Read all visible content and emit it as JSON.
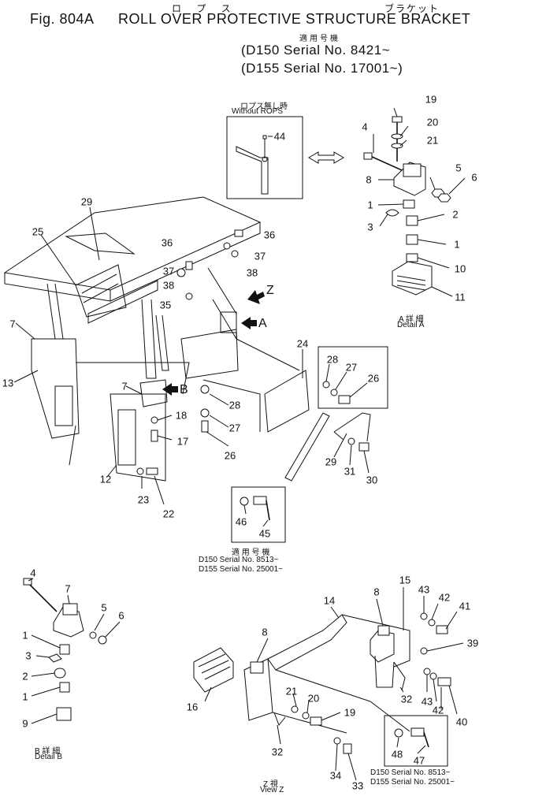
{
  "header": {
    "fig_label": "Fig. 804A",
    "title": "ROLL OVER PROTECTIVE STRUCTURE BRACKET",
    "kana_rops": "ロ プ ス",
    "kana_bracket": "ブラケット",
    "applicable_jp": "適用号機",
    "serial_line1": "(D150 Serial No. 8421~",
    "serial_line2": "(D155 Serial No. 17001~)"
  },
  "notes": {
    "without_rops_jp": "ロプス無し時",
    "without_rops": "Without ROPS",
    "detail_a_jp": "A 詳 細",
    "detail_a": "Detail A",
    "detail_b_jp": "B 詳 細",
    "detail_b": "Detail B",
    "view_z_jp": "Z 視",
    "view_z": "View Z",
    "applic1_jp": "適 用 号 機",
    "applic1_d150": "D150   Serial No. 8513~",
    "applic1_d155": "D155   Serial No. 25001~",
    "applic2_d150": "D150    Serial No. 8513~",
    "applic2_d155": "D155    Serial No. 25001~",
    "arrow_a": "A",
    "arrow_b": "B",
    "arrow_z": "Z"
  },
  "callouts": {
    "c44": "44",
    "c19a": "19",
    "c20a": "20",
    "c21a": "21",
    "c4a": "4",
    "c8a": "8",
    "c5a": "5",
    "c6a": "6",
    "c1a": "1",
    "c2a": "2",
    "c3a": "3",
    "c1b": "1",
    "c10": "10",
    "c11": "11",
    "c29a": "29",
    "c25": "25",
    "c36a": "36",
    "c36b": "36",
    "c37a": "37",
    "c37b": "37",
    "c38a": "38",
    "c38b": "38",
    "c35": "35",
    "c7a": "7",
    "c13": "13",
    "c7b": "7",
    "c18": "18",
    "c17": "17",
    "c12": "12",
    "c23": "23",
    "c22": "22",
    "c28a": "28",
    "c27a": "27",
    "c26a": "26",
    "c24": "24",
    "c28b": "28",
    "c27b": "27",
    "c26b": "26",
    "c29b": "29",
    "c31": "31",
    "c30": "30",
    "c46": "46",
    "c45": "45",
    "c4b": "4",
    "c7c": "7",
    "c5b": "5",
    "c6b": "6",
    "c1c": "1",
    "c3b": "3",
    "c2b": "2",
    "c1d": "1",
    "c9": "9",
    "c14": "14",
    "c8b": "8",
    "c15": "15",
    "c43a": "43",
    "c42a": "42",
    "c41": "41",
    "c39": "39",
    "c8c": "8",
    "c16": "16",
    "c21b": "21",
    "c20b": "20",
    "c19b": "19",
    "c32a": "32",
    "c43b": "43",
    "c42b": "42",
    "c40": "40",
    "c32b": "32",
    "c48": "48",
    "c47": "47",
    "c34": "34",
    "c33": "33"
  }
}
